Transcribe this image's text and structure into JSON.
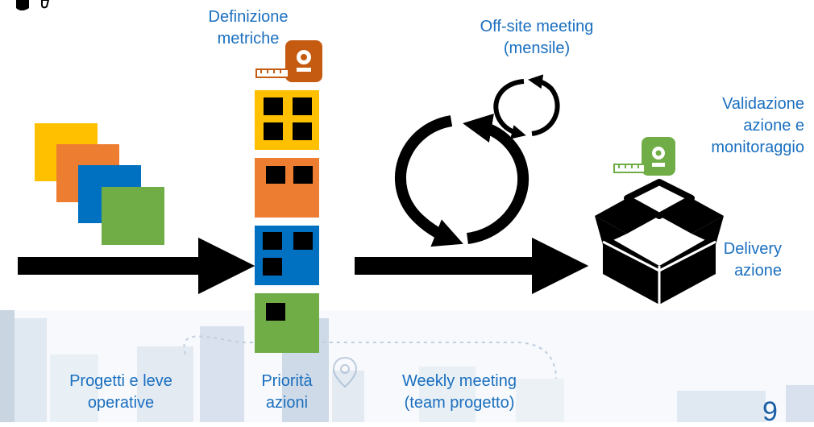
{
  "colors": {
    "label": "#1a6fbf",
    "yellow": "#ffc000",
    "orange": "#ed7d31",
    "blue": "#0070c0",
    "green": "#70ad47",
    "tape_measure": "#c55a11",
    "tape_measure_green": "#70ad47",
    "background_city": "#c8d6e6",
    "black": "#000000"
  },
  "labels": {
    "definizione_metriche": [
      "Definizione",
      "metriche"
    ],
    "offsite_meeting": [
      "Off-site meeting",
      "(mensile)"
    ],
    "validazione": [
      "Validazione",
      "azione e",
      "monitoraggio"
    ],
    "delivery": [
      "Delivery",
      "azione"
    ],
    "progetti": [
      "Progetti e leve",
      "operative"
    ],
    "priorita": [
      "Priorità",
      "azioni"
    ],
    "weekly": [
      "Weekly meeting",
      "(team progetto)"
    ]
  },
  "page_number": "9",
  "icons": {
    "tape_measure_top": "tape-measure-icon",
    "tape_measure_right": "tape-measure-icon",
    "open_box": "open-box-icon",
    "cycle_small": "cycle-arrows-icon",
    "cycle_large": "cycle-arrows-icon",
    "location_pin": "location-pin-icon"
  }
}
